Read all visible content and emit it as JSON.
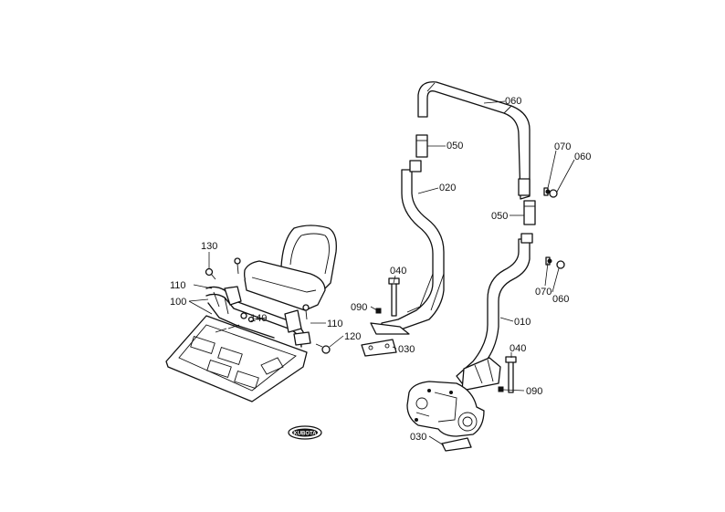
{
  "callouts": {
    "c010": "010",
    "c020": "020",
    "c030a": "030",
    "c030b": "030",
    "c040a": "040",
    "c040b": "040",
    "c050a": "050",
    "c050b": "050",
    "c060a": "060",
    "c060b": "060",
    "c060c": "060",
    "c070a": "070",
    "c070b": "070",
    "c090a": "090",
    "c090b": "090",
    "c100": "100",
    "c110a": "110",
    "c110b": "110",
    "c120": "120",
    "c130": "130",
    "c140": "140"
  },
  "logo": {
    "text": "KUBOTA"
  },
  "colors": {
    "ink": "#111111",
    "paper": "#ffffff"
  }
}
